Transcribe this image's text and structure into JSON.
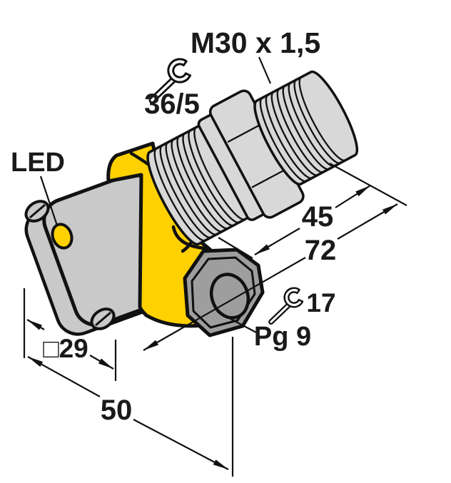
{
  "diagram": {
    "kind": "technical dimensional drawing",
    "subject": "inductive proximity sensor with threaded barrel, square mounting flange, LED and Pg 9 cable gland",
    "labels": {
      "led": "LED",
      "thread_spec": "M30 x 1,5",
      "wrench_size_barrel": "36/5",
      "wrench_size_gland": "17",
      "gland_thread": "Pg 9"
    },
    "dimensions": {
      "barrel_thread_length": "45",
      "overall_length": "72",
      "flange_square_width": "□29",
      "housing_length": "50"
    },
    "colors": {
      "housing_yellow": "#FFD100",
      "metal_light_gray": "#D8D8D8",
      "flange_gray": "#C9C9C9",
      "gland_nut_gray": "#9E9E9E",
      "line_black": "#111111",
      "background": "#FFFFFF"
    }
  }
}
